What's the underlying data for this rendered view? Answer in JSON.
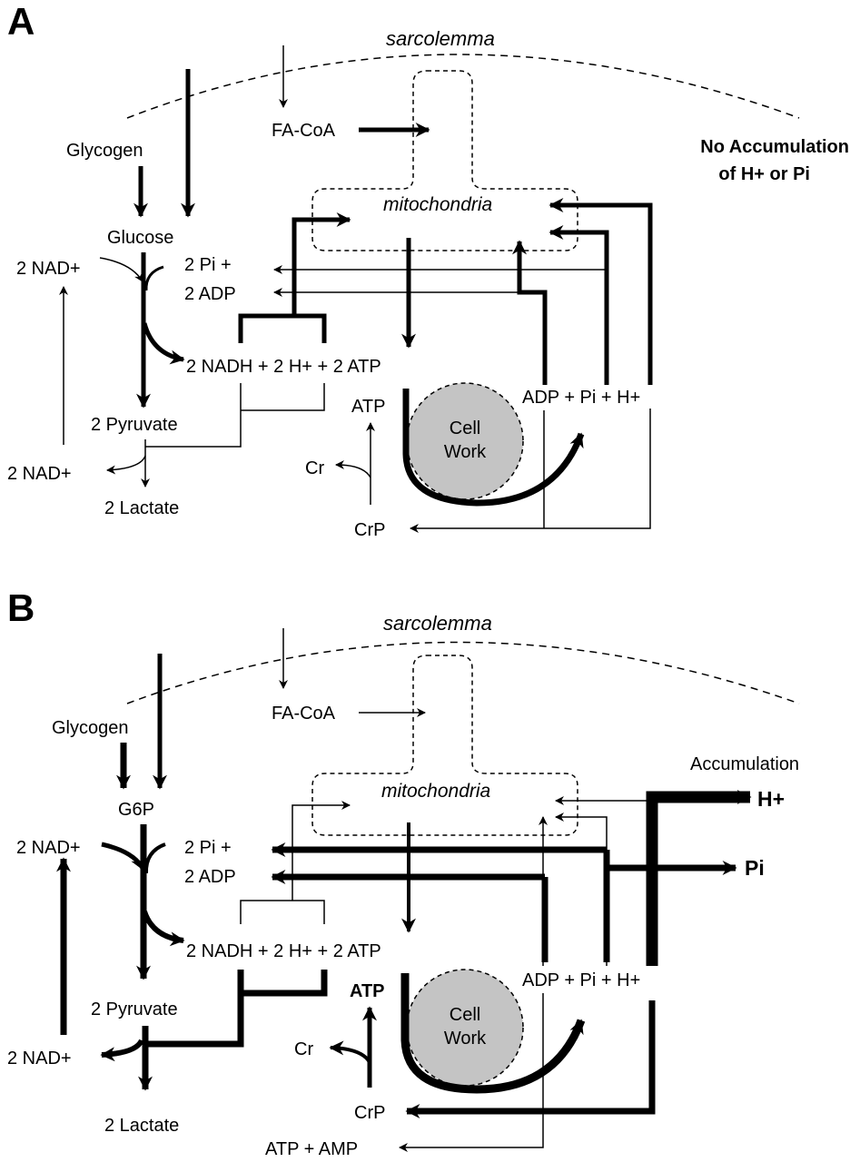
{
  "colors": {
    "line": "#000000",
    "cell": "#c4c4c4",
    "background": "#ffffff"
  },
  "panel_a": {
    "letter": "A",
    "sarcolemma": "sarcolemma",
    "fa_coa": "FA-CoA",
    "glycogen": "Glycogen",
    "glucose": "Glucose",
    "mitochondria": "mitochondria",
    "nad_top": "2 NAD+",
    "pi_plus": "2 Pi +",
    "adp2": "2 ADP",
    "nadh_eq": "2 NADH + 2 H+ + 2 ATP",
    "pyruvate": "2 Pyruvate",
    "nad_bottom": "2 NAD+",
    "lactate": "2 Lactate",
    "atp": "ATP",
    "cr": "Cr",
    "crp": "CrP",
    "cell": "Cell",
    "work": "Work",
    "adp_eq": "ADP + Pi + H+",
    "note_line1": "No Accumulation",
    "note_line2": "of H+ or Pi"
  },
  "panel_b": {
    "letter": "B",
    "sarcolemma": "sarcolemma",
    "fa_coa": "FA-CoA",
    "glycogen": "Glycogen",
    "g6p": "G6P",
    "mitochondria": "mitochondria",
    "accumulation": "Accumulation",
    "h_plus": "H+",
    "pi": "Pi",
    "nad_top": "2 NAD+",
    "pi_plus": "2 Pi +",
    "adp2": "2 ADP",
    "nadh_eq": "2 NADH + 2 H+ + 2 ATP",
    "pyruvate": "2 Pyruvate",
    "nad_bottom": "2 NAD+",
    "lactate": "2 Lactate",
    "atp": "ATP",
    "cr": "Cr",
    "crp": "CrP",
    "cell": "Cell",
    "work": "Work",
    "adp_eq": "ADP + Pi + H+",
    "atp_amp": "ATP + AMP"
  }
}
